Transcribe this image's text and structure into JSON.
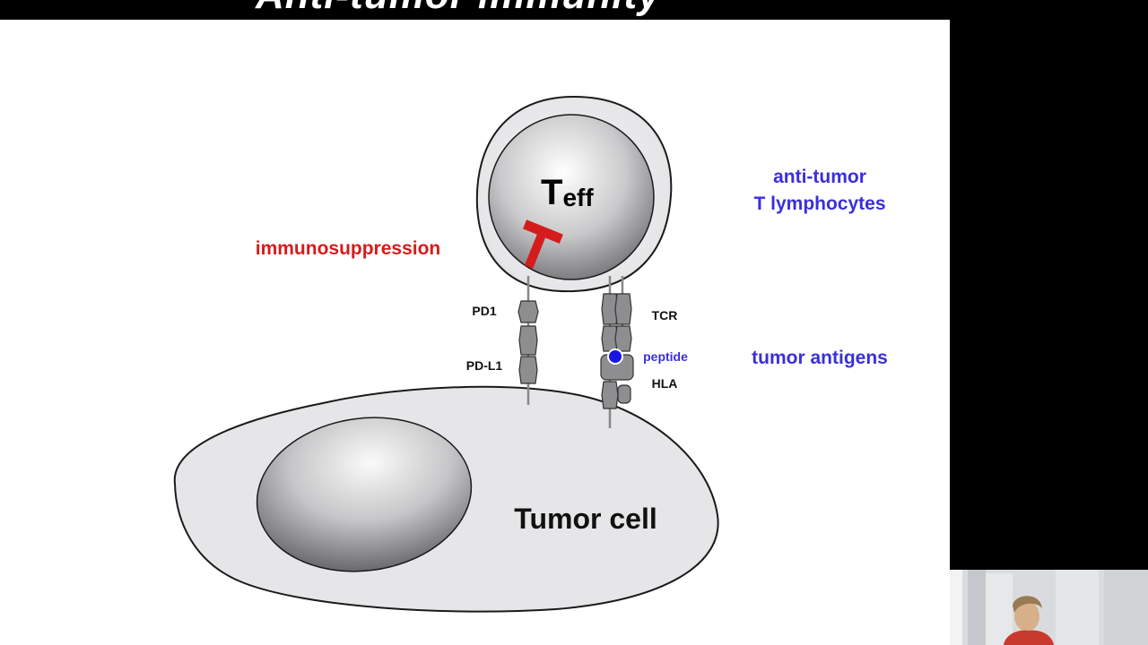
{
  "slide": {
    "title": "Anti-tumor immunity"
  },
  "labels": {
    "t_main": "T",
    "t_sub": "eff",
    "immunosuppression": "immunosuppression",
    "anti_tumor_line1": "anti-tumor",
    "anti_tumor_line2": "T lymphocytes",
    "pd1": "PD1",
    "pdl1": "PD-L1",
    "tcr": "TCR",
    "peptide": "peptide",
    "hla": "HLA",
    "tumor_antigens": "tumor antigens",
    "tumor_cell": "Tumor cell"
  },
  "colors": {
    "accent_blue": "#3a2fd9",
    "accent_red": "#d41c1c",
    "peptide_dot": "#1a14e6",
    "cell_fill": "#e8e8ea"
  }
}
